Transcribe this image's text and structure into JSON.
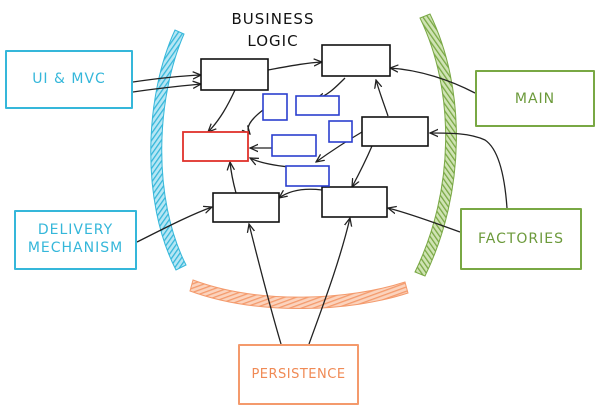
{
  "diagram": {
    "title_line1": "BUSINESS",
    "title_line2": "LOGIC",
    "labels": {
      "ui_mvc": "UI & MVC",
      "delivery_line1": "DELIVERY",
      "delivery_line2": "MECHANISM",
      "main": "MAIN",
      "factories": "FACTORIES",
      "persistence": "PERSISTENCE"
    },
    "colors": {
      "cyan": "#35b7da",
      "green": "#79a844",
      "orange": "#f49a6c",
      "blue_box": "#2b3fcf",
      "red_box": "#e0312b",
      "black_box": "#111111"
    }
  }
}
